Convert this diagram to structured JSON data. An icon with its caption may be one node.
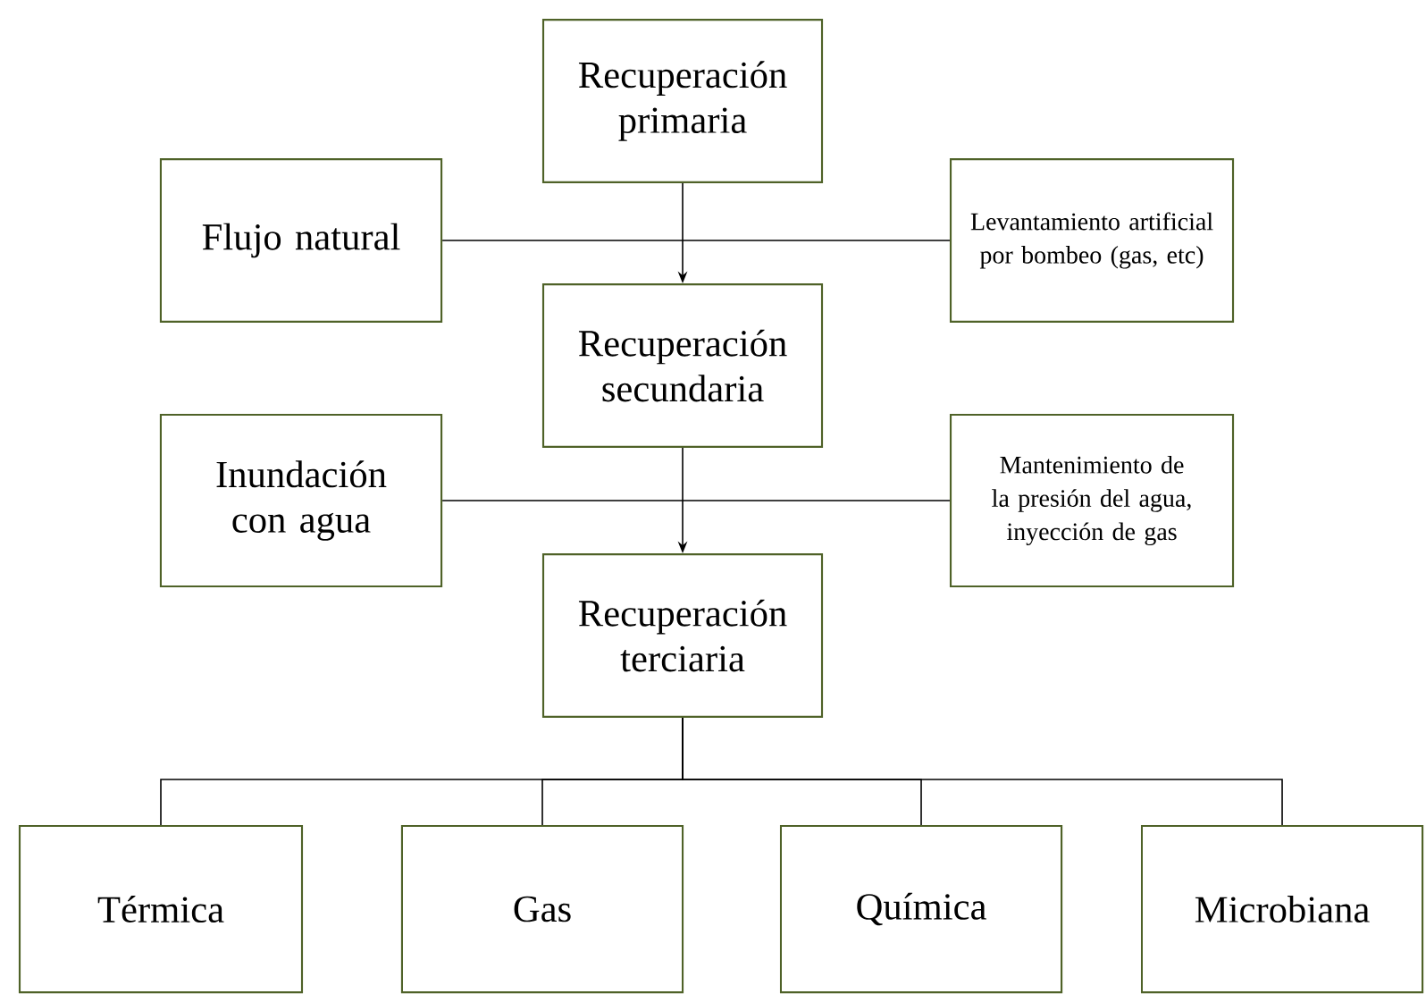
{
  "diagram": {
    "nodes": [
      {
        "text": [
          "Recuperación primaria"
        ]
      },
      {
        "text": [
          "Flujo natural"
        ]
      },
      {
        "text": [
          "Levantamiento artificial por bombeo (gas, etc)"
        ]
      },
      {
        "text": [
          "Recuperación secundaria"
        ]
      },
      {
        "text": [
          "Inundación con agua"
        ]
      },
      {
        "text": [
          "Mantenimiento de la presión del agua, inyección de gas"
        ]
      },
      {
        "text": [
          "Recuperación terciaria"
        ]
      },
      {
        "text": [
          "Térmica"
        ]
      },
      {
        "text": [
          "Gas"
        ]
      },
      {
        "text": [
          "Química"
        ]
      },
      {
        "text": [
          "Microbiana"
        ]
      }
    ],
    "edges": [
      {
        "from": 0,
        "to": 3,
        "arrow": "to"
      },
      {
        "from": 1,
        "to": 2,
        "arrow": "none"
      },
      {
        "from": 3,
        "to": 6,
        "arrow": "to"
      },
      {
        "from": 4,
        "to": 5,
        "arrow": "none"
      },
      {
        "from": 6,
        "to": 7,
        "arrow": "none"
      },
      {
        "from": 6,
        "to": 8,
        "arrow": "none"
      },
      {
        "from": 6,
        "to": 9,
        "arrow": "none"
      },
      {
        "from": 6,
        "to": 10,
        "arrow": "none"
      }
    ]
  }
}
